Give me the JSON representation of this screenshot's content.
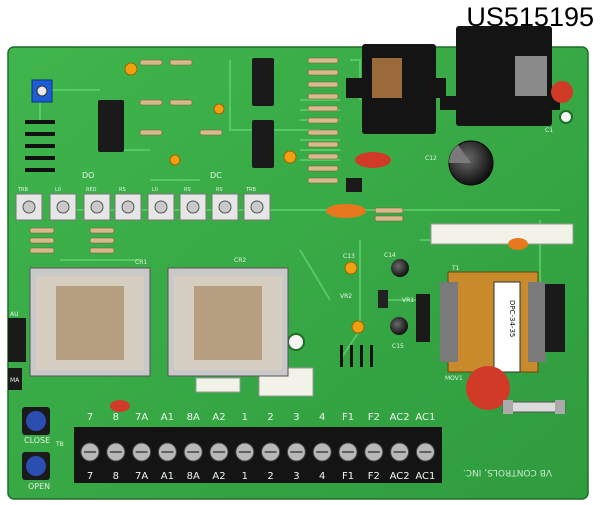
{
  "part_number": "US515195",
  "terminal_block": {
    "top_labels": [
      "7",
      "8",
      "7A",
      "A1",
      "8A",
      "A2",
      "1",
      "2",
      "3",
      "4",
      "F1",
      "F2",
      "AC2",
      "AC1"
    ],
    "bottom_labels": [
      "7",
      "8",
      "7A",
      "A1",
      "8A",
      "A2",
      "1",
      "2",
      "3",
      "4",
      "F1",
      "F2",
      "AC2",
      "AC1"
    ]
  },
  "buttons": {
    "close_label": "CLOSE",
    "open_label": "OPEN"
  },
  "relays": {
    "left_label": "CR1",
    "right_label": "CR2"
  },
  "trimmers": {
    "group1_label": "DO",
    "group2_label": "DC",
    "labels": [
      "TRB",
      "L0",
      "RED",
      "RS",
      "L0",
      "RS",
      "RS",
      "TRB"
    ]
  },
  "transformer": {
    "label": "DPC-34-35"
  },
  "silkscreen": {
    "brand": "VB CONTROLS, INC.",
    "au_label": "AU",
    "ma_label": "MA",
    "tb_label": "TB",
    "t1_label": "T1",
    "mov_label": "MOV1",
    "c12_label": "C12",
    "c13_label": "C13",
    "c14_label": "C14",
    "c15_label": "C15",
    "vr2_label": "VR2",
    "vr1_label": "VR1",
    "c1_label": "C1"
  }
}
